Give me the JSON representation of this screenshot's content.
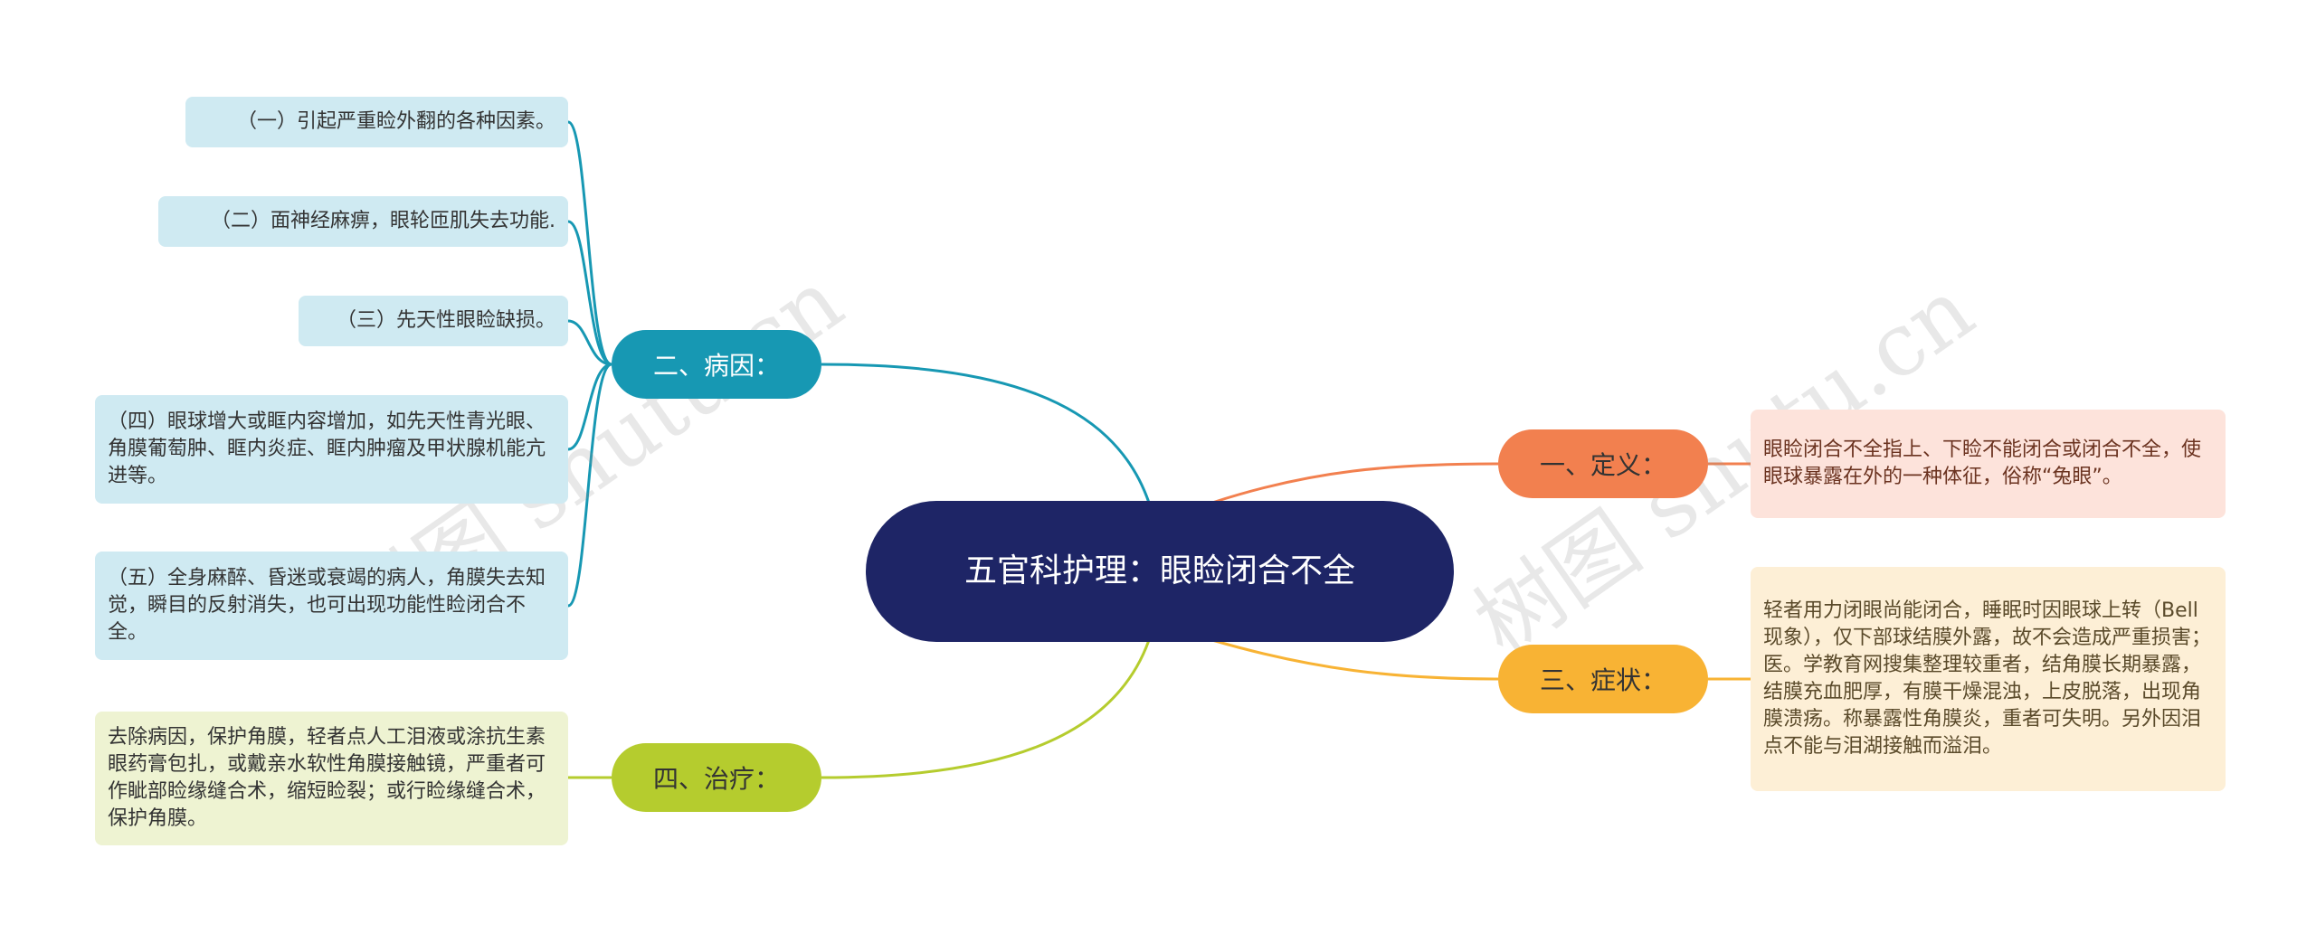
{
  "center": {
    "title": "五官科护理：眼睑闭合不全"
  },
  "branches": {
    "definition": {
      "label": "一、定义：",
      "text": "眼睑闭合不全指上、下睑不能闭合或闭合不全，使眼球暴露在外的一种体征，俗称“兔眼”。"
    },
    "symptoms": {
      "label": "三、症状：",
      "text": "轻者用力闭眼尚能闭合，睡眠时因眼球上转（Bell现象），仅下部球结膜外露，故不会造成严重损害；医。学教育网搜集整理较重者，结角膜长期暴露，结膜充血肥厚，有膜干燥混浊，上皮脱落，出现角膜溃疡。称暴露性角膜炎，重者可失明。另外因泪点不能与泪湖接触而溢泪。"
    },
    "causes": {
      "label": "二、病因：",
      "items": [
        "（一）引起严重睑外翻的各种因素。",
        "（二）面神经麻痹，眼轮匝肌失去功能.",
        "（三）先天性眼睑缺损。",
        "（四）眼球增大或眶内容增加，如先天性青光眼、角膜葡萄肿、眶内炎症、眶内肿瘤及甲状腺机能亢进等。",
        "（五）全身麻醉、昏迷或衰竭的病人，角膜失去知觉，瞬目的反射消失，也可出现功能性睑闭合不全。"
      ]
    },
    "treatment": {
      "label": "四、治疗：",
      "text": "去除病因，保护角膜，轻者点人工泪液或涂抗生素眼药膏包扎，或戴亲水软性角膜接触镜，严重者可作眦部睑缘缝合术，缩短睑裂；或行睑缘缝合术，保护角膜。"
    }
  },
  "watermarks": [
    "树图 shutu.cn",
    "树图 shutu.cn"
  ],
  "colors": {
    "center": "#1e2566",
    "definition": "#f2804f",
    "symptoms": "#f8b334",
    "causes": "#1798b3",
    "treatment": "#b5cc2e"
  }
}
